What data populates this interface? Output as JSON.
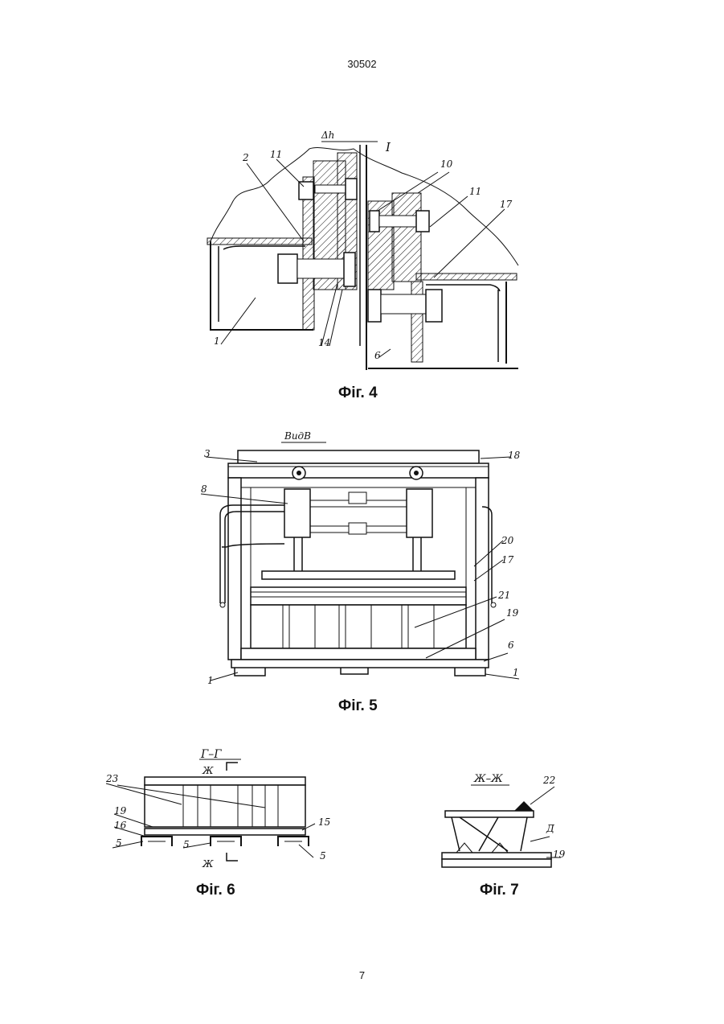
{
  "header": {
    "page_code": "30502"
  },
  "footer": {
    "page_number": "7"
  },
  "figures": {
    "fig4": {
      "caption": "Фіг. 4",
      "labels": {
        "dh": "Δh",
        "I": "I",
        "n2": "2",
        "n11a": "11",
        "n10": "10",
        "n11b": "11",
        "n17": "17",
        "n1": "1",
        "n14": "14",
        "n6": "6"
      }
    },
    "fig5": {
      "caption": "Фіг. 5",
      "labels": {
        "view": "ВидВ",
        "n3": "3",
        "n18": "18",
        "n8": "8",
        "n20": "20",
        "n17": "17",
        "n21": "21",
        "n19": "19",
        "n6": "6",
        "n1a": "1",
        "n1b": "1"
      }
    },
    "fig6": {
      "caption": "Фіг. 6",
      "labels": {
        "section": "Г–Г",
        "zh_top": "Ж",
        "zh_bottom": "Ж",
        "n23": "23",
        "n19": "19",
        "n16": "16",
        "n15": "15",
        "n5a": "5",
        "n5b": "5",
        "n5c": "5"
      }
    },
    "fig7": {
      "caption": "Фіг. 7",
      "labels": {
        "section": "Ж–Ж",
        "n22": "22",
        "d": "Д",
        "n19": "19"
      }
    }
  }
}
